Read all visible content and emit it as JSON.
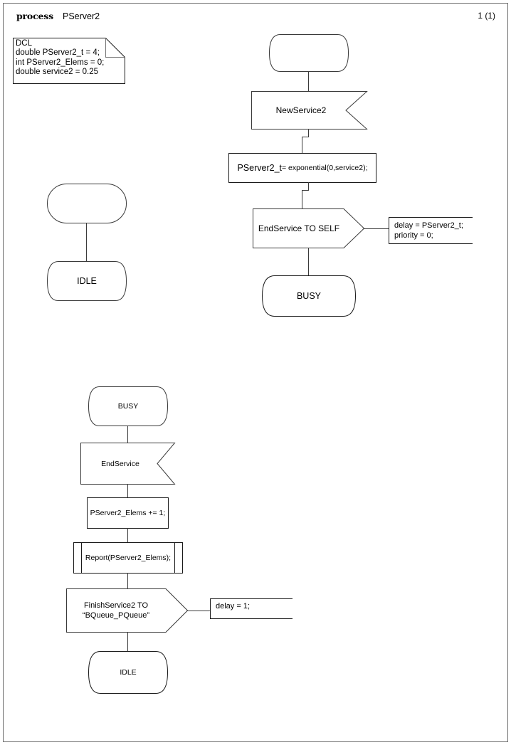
{
  "page": {
    "header_keyword": "process",
    "header_name": "PServer2",
    "page_number": "1 (1)"
  },
  "declaration_note": {
    "name": "dcl-note",
    "text": "DCL\ndouble PServer2_t = 4;\nint PServer2_Elems = 0;\ndouble service2 = 0.25"
  },
  "flows": {
    "start_flow": {
      "start_symbol_label": "",
      "state_label": "IDLE"
    },
    "idle_flow": {
      "state_start": "IDLE",
      "input_signal": "NewService2",
      "task": {
        "prefix": "PServer2_t ",
        "expression": "= exponential(0,service2);"
      },
      "output_signal": "EndService TO SELF",
      "output_comment": "delay = PServer2_t;\npriority = 0;",
      "state_end": "BUSY"
    },
    "busy_flow": {
      "state_start": "BUSY",
      "input_signal": "EndService",
      "task": "PServer2_Elems += 1;",
      "procedure_call": "Report(PServer2_Elems);",
      "output_signal_line1": "FinishService2 TO",
      "output_signal_line2": "“BQueue_PQueue”",
      "output_comment": "delay = 1;",
      "state_end": "IDLE"
    }
  },
  "colors": {
    "stroke": "#3a3a3a",
    "stroke_dark": "#1a1a1a",
    "page_border": "#6b6b6b",
    "background": "#ffffff"
  }
}
